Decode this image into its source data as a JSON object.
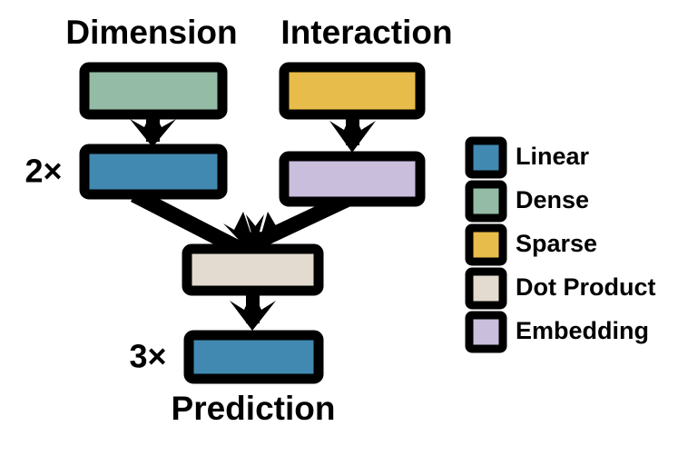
{
  "figure": {
    "kind": "neural-network-architecture-diagram",
    "background_color": "#ffffff",
    "outline_color": "#000000"
  },
  "column_titles": {
    "left": "Dimension",
    "right": "Interaction"
  },
  "bottom_label": "Prediction",
  "repeat_labels": {
    "left_stack": "2×",
    "prediction_stack": "3×"
  },
  "blocks": [
    {
      "id": "dense",
      "label_type": "Dense",
      "color": "#94bba5",
      "column": "left",
      "row": 1
    },
    {
      "id": "sparse",
      "label_type": "Sparse",
      "color": "#e8bc4a",
      "column": "right",
      "row": 1
    },
    {
      "id": "linear-left",
      "label_type": "Linear",
      "color": "#4189b0",
      "column": "left",
      "row": 2
    },
    {
      "id": "embedding",
      "label_type": "Embedding",
      "color": "#c9bedc",
      "column": "right",
      "row": 2
    },
    {
      "id": "dot-product",
      "label_type": "Dot Product",
      "color": "#e4dbd0",
      "column": "center",
      "row": 3
    },
    {
      "id": "linear-bottom",
      "label_type": "Linear",
      "color": "#4189b0",
      "column": "center",
      "row": 4
    }
  ],
  "edges": [
    {
      "from": "dense",
      "to": "linear-left"
    },
    {
      "from": "sparse",
      "to": "embedding"
    },
    {
      "from": "linear-left",
      "to": "dot-product"
    },
    {
      "from": "embedding",
      "to": "dot-product"
    },
    {
      "from": "dot-product",
      "to": "linear-bottom"
    }
  ],
  "legend": {
    "items": [
      {
        "label": "Linear",
        "color": "#4189b0"
      },
      {
        "label": "Dense",
        "color": "#94bba5"
      },
      {
        "label": "Sparse",
        "color": "#e8bc4a"
      },
      {
        "label": "Dot Product",
        "color": "#e4dbd0"
      },
      {
        "label": "Embedding",
        "color": "#c9bedc"
      }
    ]
  }
}
